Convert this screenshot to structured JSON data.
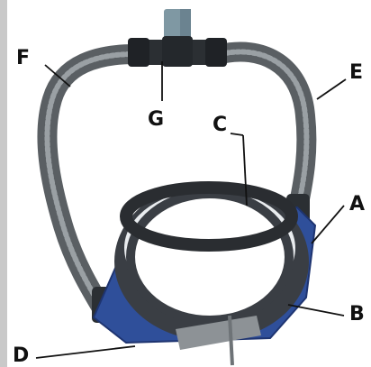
{
  "diagram": {
    "labels": {
      "a": "A",
      "b": "B",
      "c": "C",
      "d": "D",
      "e": "E",
      "f": "F",
      "g": "G"
    },
    "colors": {
      "hose": "#5a5f63",
      "hose_highlight": "#9aa0a4",
      "tee": "#2b2f33",
      "riser": "#7f98a3",
      "base_plate": "#2f4f9a",
      "ring_band": "#3a3e44",
      "ring_inner": "#e9ecef",
      "leader_line": "#111111"
    }
  }
}
